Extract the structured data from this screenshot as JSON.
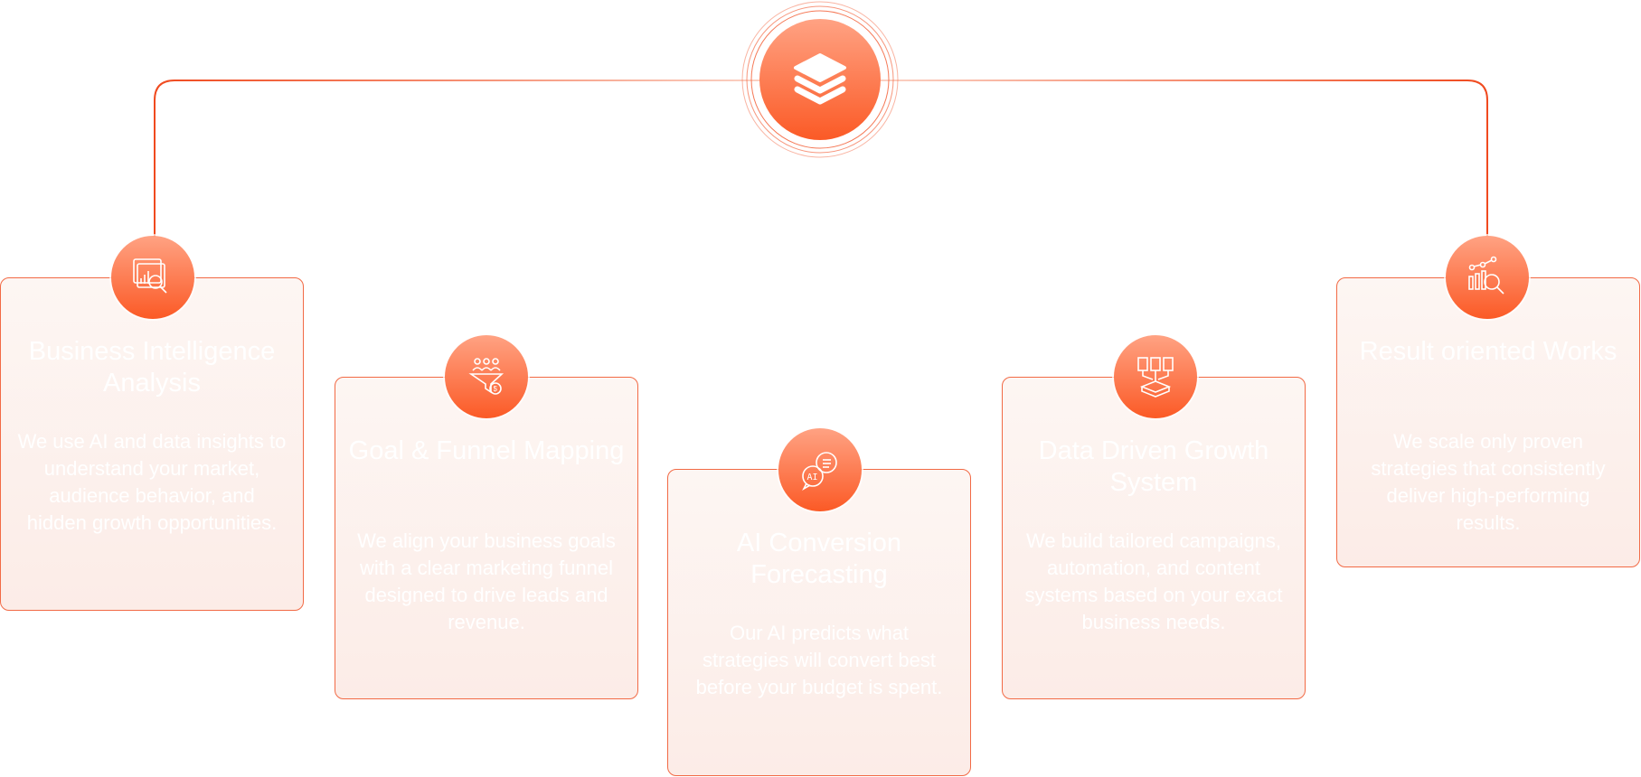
{
  "hub": {
    "icon": "layers-icon"
  },
  "colors": {
    "accent": "#fb5a26",
    "accent_light": "#ffa283",
    "card_bg": "#fdf6f3",
    "text": "#ffffff"
  },
  "cards": [
    {
      "icon": "analytics-search-icon",
      "title": "Business Intelligence Analysis",
      "body": "We use AI and data insights to understand your market, audience behavior, and hidden growth opportunities."
    },
    {
      "icon": "funnel-people-icon",
      "title": "Goal & Funnel Mapping",
      "body": "We align your business goals with a clear marketing funnel designed to drive leads and revenue."
    },
    {
      "icon": "ai-chat-icon",
      "title": "AI Conversion Forecasting",
      "body": "Our AI predicts what strategies will convert best before your budget is spent."
    },
    {
      "icon": "data-system-icon",
      "title": "Data Driven Growth System",
      "body": "We build tailored campaigns, automation, and content systems based on your exact business needs."
    },
    {
      "icon": "results-chart-icon",
      "title": "Result oriented Works",
      "body": "We scale only proven strategies that consistently deliver high-performing results."
    }
  ]
}
